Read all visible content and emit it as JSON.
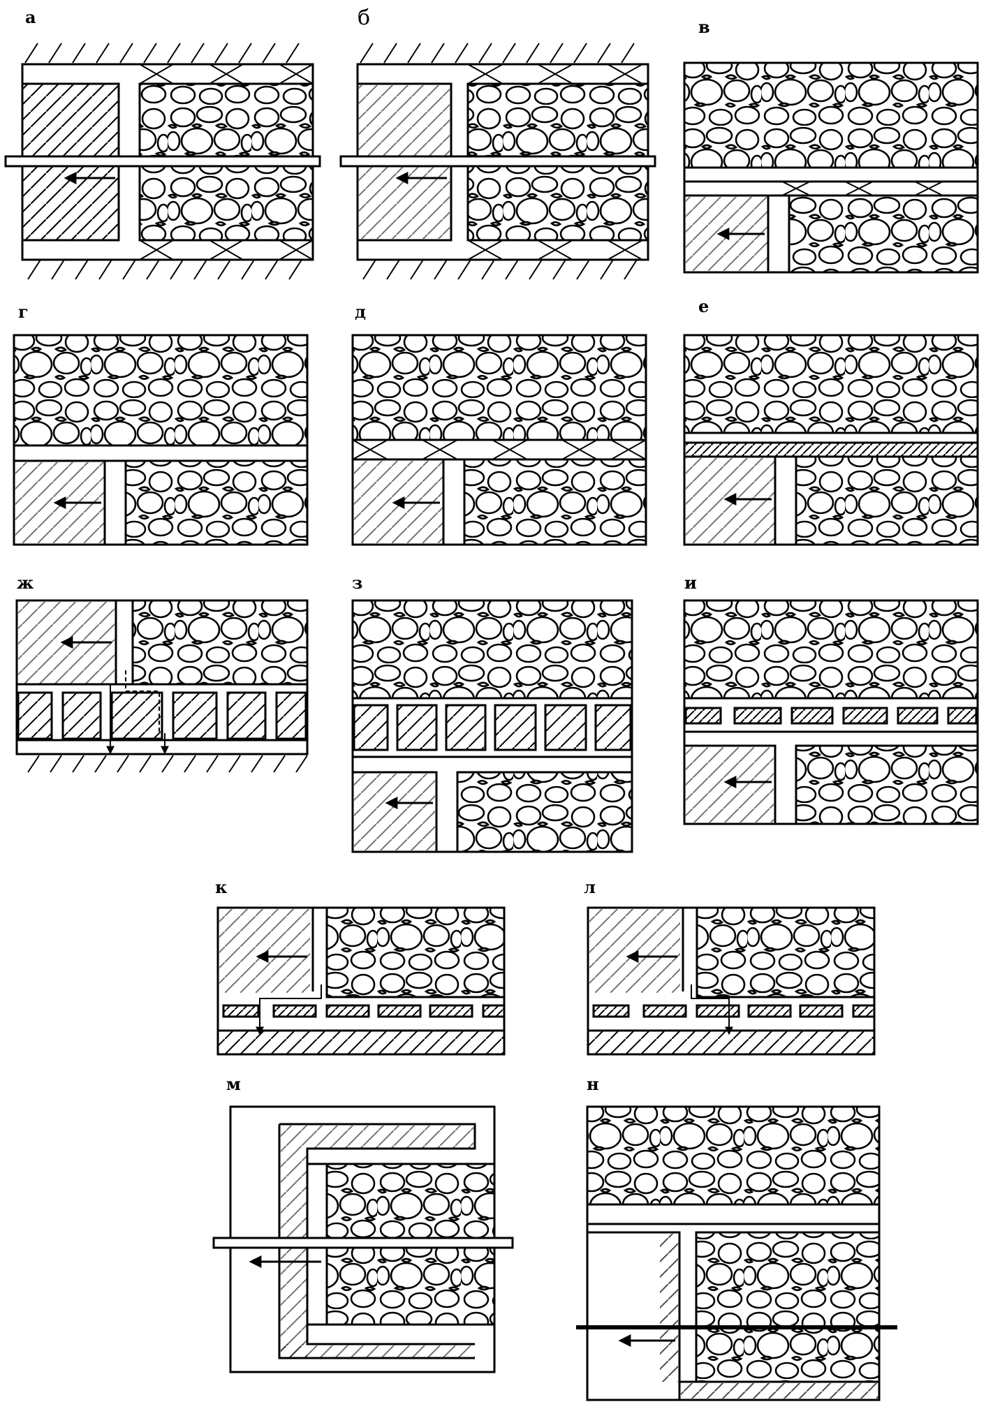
{
  "labels": {
    "a": "а",
    "b": "б",
    "v": "в",
    "g": "г",
    "d": "д",
    "e": "е",
    "zh": "ж",
    "z": "з",
    "i": "и",
    "k": "к",
    "l": "л",
    "m": "м",
    "n": "н"
  }
}
